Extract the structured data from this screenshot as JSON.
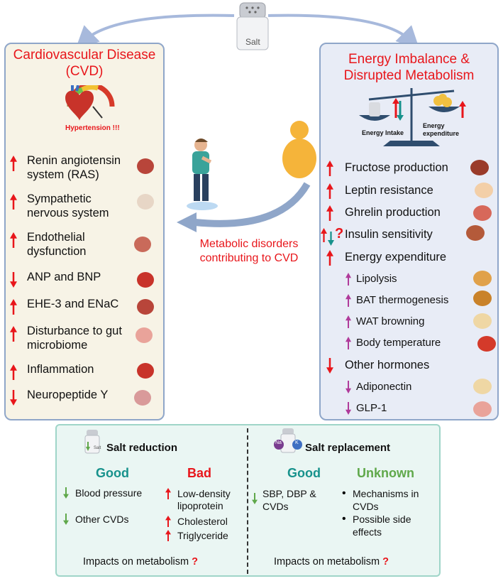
{
  "salt_label": "Salt",
  "left": {
    "title_line1": "Cardiovascular Disease",
    "title_line2": "(CVD)",
    "hypertension_label": "Hypertension !!!",
    "items": [
      {
        "l1": "Renin angiotensin",
        "l2": "system (RAS)",
        "dir": "up"
      },
      {
        "l1": "Sympathetic",
        "l2": "nervous system",
        "dir": "up"
      },
      {
        "l1": "Endothelial",
        "l2": "dysfunction",
        "dir": "up"
      },
      {
        "l1": "ANP and BNP",
        "l2": "",
        "dir": "down"
      },
      {
        "l1": "EHE-3 and ENaC",
        "l2": "",
        "dir": "up"
      },
      {
        "l1": "Disturbance to gut",
        "l2": "microbiome",
        "dir": "up"
      },
      {
        "l1": "Inflammation",
        "l2": "",
        "dir": "up"
      },
      {
        "l1": "Neuropeptide Y",
        "l2": "",
        "dir": "down"
      }
    ]
  },
  "middle": {
    "caption_line1": "Metabolic disorders",
    "caption_line2": "contributing to CVD"
  },
  "right": {
    "title_line1": "Energy Imbalance &",
    "title_line2": "Disrupted Metabolism",
    "scale_left_label": "Energy Intake",
    "scale_right_label1": "Energy",
    "scale_right_label2": "expenditure",
    "items": [
      {
        "text": "Fructose production",
        "dir": "up"
      },
      {
        "text": "Leptin resistance",
        "dir": "up"
      },
      {
        "text": "Ghrelin production",
        "dir": "up"
      },
      {
        "text": "Insulin sensitivity",
        "dir": "up-down-question"
      },
      {
        "text": "Energy expenditure",
        "dir": "up"
      }
    ],
    "sub_items_a": [
      "Lipolysis",
      "BAT thermogenesis",
      "WAT browning",
      "Body temperature"
    ],
    "other_hormones": "Other hormones",
    "sub_items_b": [
      "Adiponectin",
      "GLP-1"
    ]
  },
  "bottom": {
    "reduction_title": "Salt reduction",
    "replacement_title": "Salt replacement",
    "reduction_good_heading": "Good",
    "reduction_bad_heading": "Bad",
    "replacement_good_heading": "Good",
    "replacement_unknown_heading": "Unknown",
    "reduction_good": [
      "Blood pressure",
      "Other CVDs"
    ],
    "reduction_bad": [
      "Low-density",
      "lipoprotein",
      "Cholesterol",
      "Triglyceride"
    ],
    "replacement_good": [
      "SBP, DBP &",
      "CVDs"
    ],
    "replacement_unknown": [
      "Mechanisms in",
      "CVDs",
      "Possible side",
      "effects"
    ],
    "impacts_left": "Impacts on metabolism",
    "impacts_right": "Impacts on metabolism",
    "na_label": "Na",
    "k_label": "K",
    "small_salt": "Salt"
  },
  "colors": {
    "red": "#e8161b",
    "teal": "#17928c",
    "green": "#5fa84a",
    "purple": "#b03a9a",
    "arrow_blue": "#a7b9dc"
  }
}
